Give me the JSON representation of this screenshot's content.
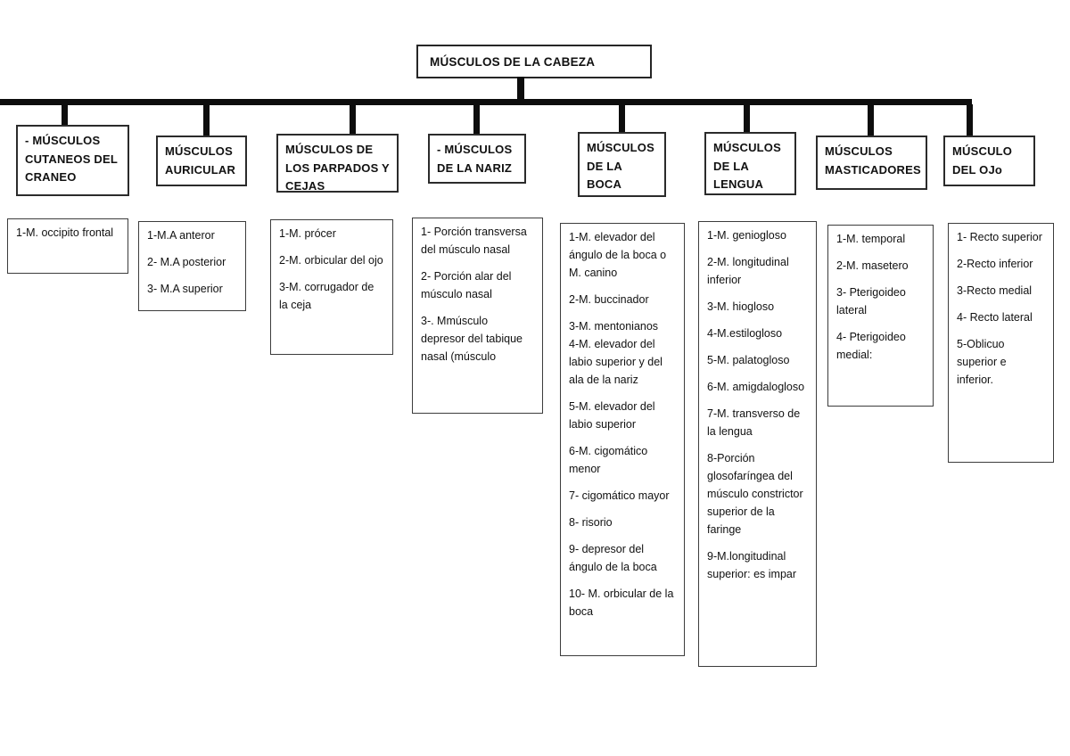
{
  "diagram": {
    "title": "MÚSCULOS DE LA CABEZA",
    "colors": {
      "background": "#ffffff",
      "line": "#0d0d0d",
      "box_border": "#2b2b2b",
      "text": "#111111"
    },
    "branches": [
      {
        "label": "- MÚSCULOS CUTANEOS DEL CRANEO",
        "items": [
          "1-M. occipito frontal"
        ]
      },
      {
        "label": "MÚSCULOS AURICULAR",
        "items": [
          "1-M.A anteror",
          "2- M.A posterior",
          "3- M.A superior"
        ]
      },
      {
        "label": "MÚSCULOS DE LOS PARPADOS Y CEJAS",
        "items": [
          "1-M. prócer",
          "2-M. orbicular del ojo",
          "3-M. corrugador de la ceja"
        ]
      },
      {
        "label": "- MÚSCULOS DE LA NARIZ",
        "items": [
          "1- Porción transversa del músculo nasal",
          "2- Porción alar del músculo nasal",
          "3-. Mmúsculo depresor del tabique nasal (músculo"
        ]
      },
      {
        "label": "MÚSCULOS DE LA BOCA",
        "items": [
          "1-M. elevador del ángulo de la boca o M. canino",
          "2-M. buccinador",
          "3-M. mentonianos\n4-M. elevador del labio superior y del ala de la nariz",
          "5-M. elevador del labio superior",
          "6-M. cigomático menor",
          "7- cigomático mayor",
          "8- risorio",
          "9- depresor del ángulo de la boca",
          "10- M. orbicular de la boca"
        ]
      },
      {
        "label": "MÚSCULOS DE LA LENGUA",
        "items": [
          "1-M. geniogloso",
          "2-M. longitudinal inferior",
          "3-M. hiogloso",
          "4-M.estilogloso",
          "5-M. palatogloso",
          "6-M. amigdalogloso",
          "7-M. transverso de la lengua",
          "8-Porción glosofaríngea del músculo constrictor superior de la faringe",
          "9-M.longitudinal superior: es impar"
        ]
      },
      {
        "label": "MÚSCULOS MASTICADORES",
        "items": [
          "1-M. temporal",
          "2-M. masetero",
          "3- Pterigoideo lateral",
          "4- Pterigoideo medial:"
        ]
      },
      {
        "label": "MÚSCULO DEL OJo",
        "items": [
          "1- Recto superior",
          "2-Recto inferior",
          "3-Recto medial",
          "4- Recto lateral",
          "5-Oblicuo superior e inferior."
        ]
      }
    ]
  }
}
